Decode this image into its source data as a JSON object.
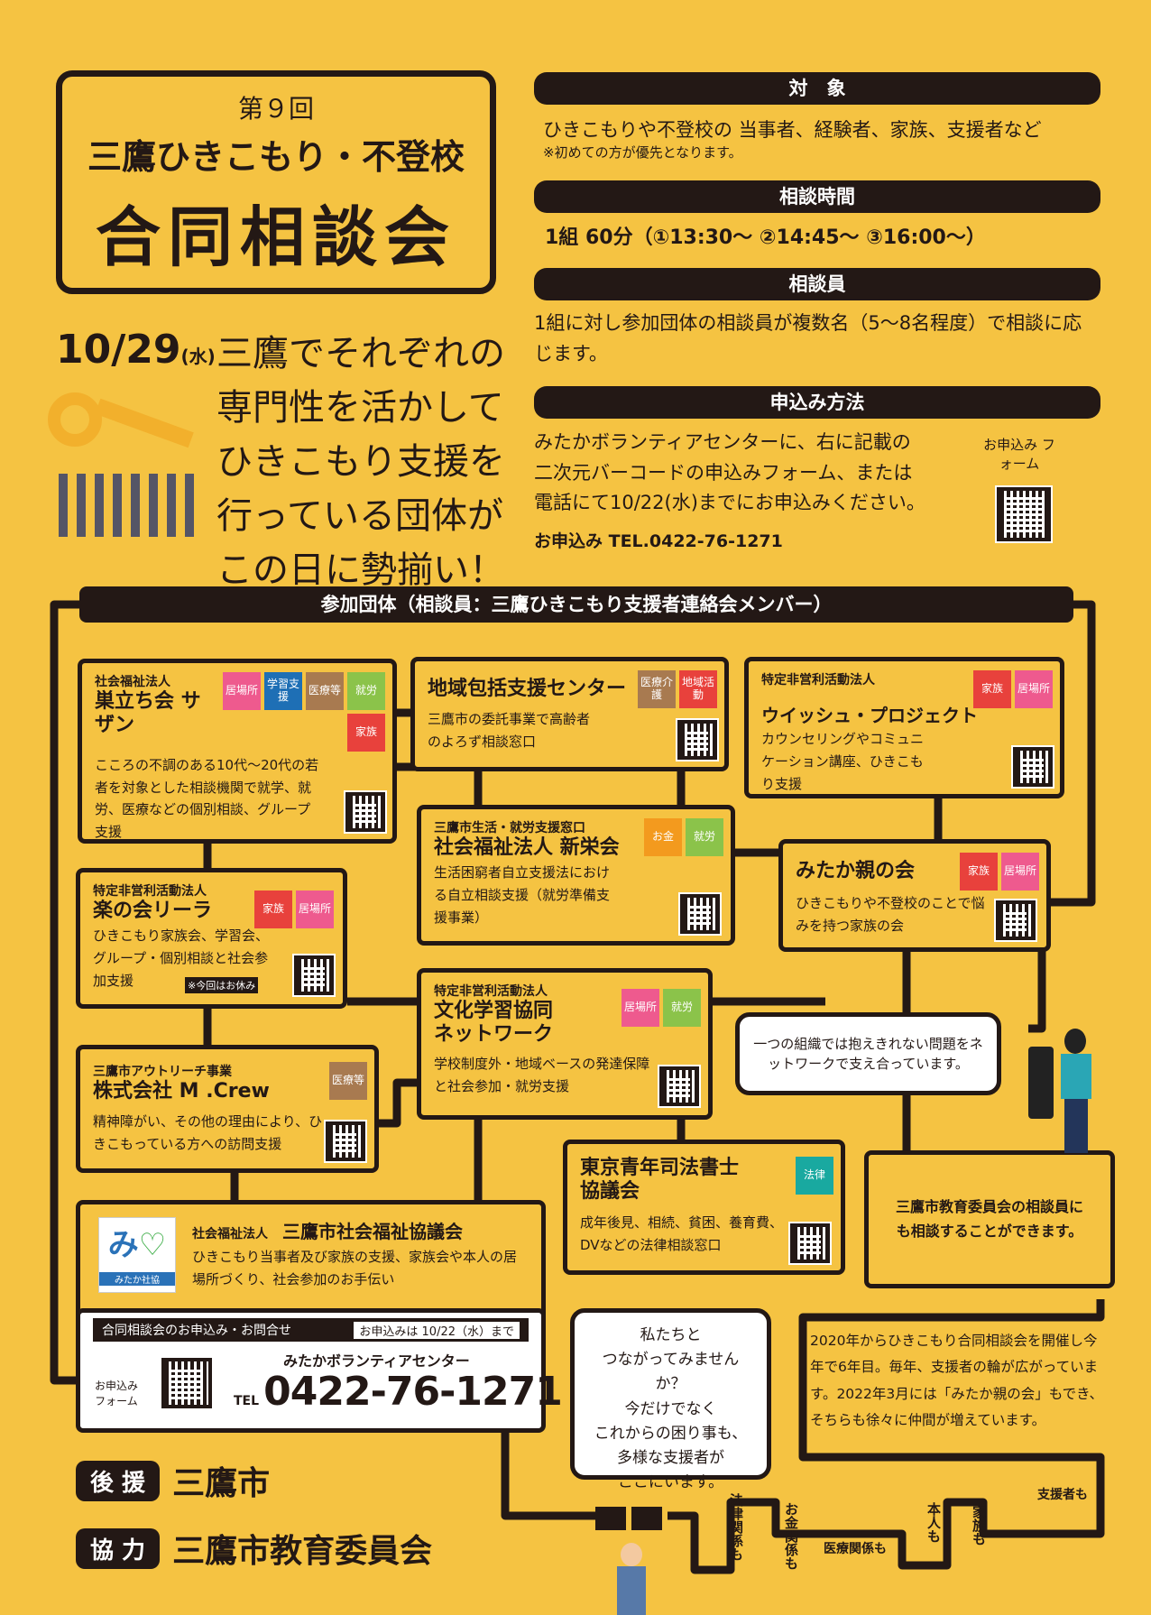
{
  "title": {
    "edition": "第９回",
    "line1": "三鷹ひきこもり・不登校",
    "line2": "合同相談会"
  },
  "date": {
    "day": "10/29",
    "weekday": "(水)"
  },
  "tagline": [
    "三鷹でそれぞれの",
    "専門性を活かして",
    "ひきこもり支援を",
    "行っている団体が",
    "この日に勢揃い！"
  ],
  "sections": {
    "target": {
      "heading": "対　象",
      "text": "ひきこもりや不登校の 当事者、経験者、家族、支援者など",
      "note": "※初めての方が優先となります。"
    },
    "time": {
      "heading": "相談時間",
      "text": "1組 60分（①13:30～ ②14:45～ ③16:00～）"
    },
    "staff": {
      "heading": "相談員",
      "text": "1組に対し参加団体の相談員が複数名（5～8名程度）で相談に応じます。"
    },
    "apply": {
      "heading": "申込み方法",
      "text": [
        "みたかボランティアセンターに、右に記載の",
        "二次元バーコードの申込みフォーム、または",
        "電話にて10/22(水)までにお申込みください。"
      ],
      "tel": "お申込み TEL.0422-76-1271",
      "form_label": "お申込み フォーム"
    }
  },
  "participants_heading": "参加団体（相談員：三鷹ひきこもり支援者連絡会メンバー）",
  "orgs": {
    "suzan": {
      "sub": "社会福祉法人",
      "name": "巣立ち会 サザン",
      "tags": [
        "居場所",
        "学習支援",
        "医療等",
        "就労",
        "家族"
      ],
      "desc": "こころの不調のある10代～20代の若者を対象とした相談機関で就学、就労、医療などの個別相談、グループ支援"
    },
    "chiiki": {
      "name": "地域包括支援センター",
      "tags": [
        "医療介護",
        "地域活動"
      ],
      "desc": "三鷹市の委託事業で高齢者のよろず相談窓口"
    },
    "wish": {
      "sub": "特定非営利活動法人",
      "name": "ウイッシュ・プロジェクト",
      "tags": [
        "家族",
        "居場所"
      ],
      "desc": "カウンセリングやコミュニケーション講座、ひきこもり支援"
    },
    "shinei": {
      "sub": "三鷹市生活・就労支援窓口",
      "name": "社会福祉法人 新栄会",
      "tags": [
        "お金",
        "就労"
      ],
      "desc": "生活困窮者自立支援法における自立相談支援（就労準備支援事業）"
    },
    "oya": {
      "name": "みたか親の会",
      "tags": [
        "家族",
        "居場所"
      ],
      "desc": "ひきこもりや不登校のことで悩みを持つ家族の会"
    },
    "rira": {
      "sub": "特定非営利活動法人",
      "name": "楽の会リーラ",
      "tags": [
        "家族",
        "居場所"
      ],
      "desc": "ひきこもり家族会、学習会、グループ・個別相談と社会参加支援",
      "note": "※今回はお休み"
    },
    "bunka": {
      "sub": "特定非営利活動法人",
      "name": "文化学習協同 ネットワーク",
      "tags": [
        "居場所",
        "就労"
      ],
      "desc": "学校制度外・地域ベースの発達保障と社会参加・就労支援"
    },
    "mcrew": {
      "sub": "三鷹市アウトリーチ事業",
      "name": "株式会社 M .Crew",
      "tags": [
        "医療等"
      ],
      "desc": "精神障がい、その他の理由により、ひきこもっている方への訪問支援"
    },
    "shihou": {
      "name": "東京青年司法書士 協議会",
      "tags": [
        "法律"
      ],
      "desc": "成年後見、相続、貧困、養育費、DVなどの法律相談窓口"
    },
    "kyoiku": {
      "text": "三鷹市教育委員会の相談員にも相談することができます。"
    },
    "shakyo": {
      "sub": "社会福祉法人",
      "name": "三鷹市社会福祉協議会",
      "logo_text": "みたか社協",
      "desc": "ひきこもり当事者及び家族の支援、家族会や本人の居場所づくり、社会参加のお手伝い"
    }
  },
  "network_bubble": "一つの組織では抱えきれない問題をネットワークで支え合っています。",
  "contact": {
    "header": "合同相談会のお申込み・お問合せ",
    "deadline": "お申込みは 10/22（水）まで",
    "form_label": "お申込み フォーム",
    "center": "みたかボランティアセンター",
    "tel_prefix": "TEL",
    "tel": "0422-76-1271"
  },
  "connect_bubble": [
    "私たちと",
    "つながってみませんか？",
    "今だけでなく",
    "これからの困り事も、",
    "多様な支援者が",
    "ここにいます。"
  ],
  "history": "2020年からひきこもり合同相談会を開催し今年で6年目。毎年、支援者の輪が広がっています。2022年3月には「みたか親の会」もでき、そちらも徐々に仲間が増えています。",
  "cable_labels": [
    "法律関係も",
    "お金関係も",
    "医療関係も",
    "本人も",
    "家族も",
    "支援者も"
  ],
  "support": {
    "label": "後 援",
    "value": "三鷹市"
  },
  "cooperation": {
    "label": "協 力",
    "value": "三鷹市教育委員会"
  },
  "tag_colors": {
    "居場所": "#EE5A8E",
    "学習支援": "#1E6FB5",
    "医療等": "#A87A50",
    "医療介護": "#A87A50",
    "就労": "#8BC34A",
    "家族": "#E8413C",
    "地域活動": "#E8413C",
    "お金": "#F39A1E",
    "法律": "#19A9A0"
  }
}
